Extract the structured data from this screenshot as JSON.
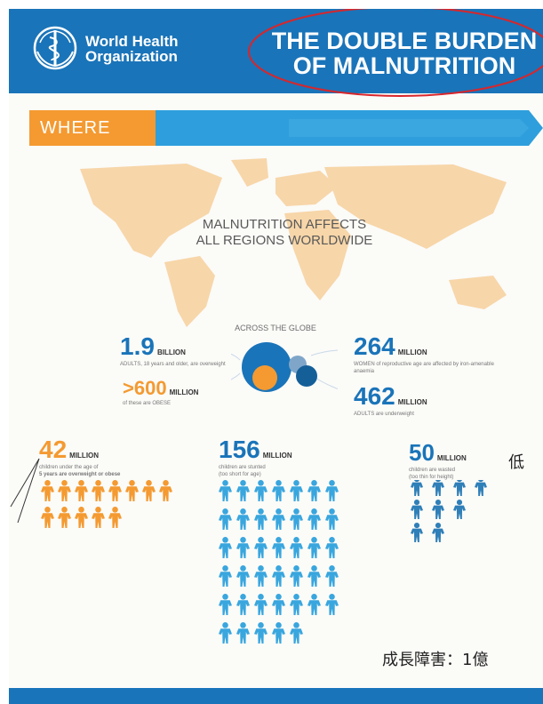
{
  "header": {
    "org_name": "World Health Organization",
    "title_line1": "THE DOUBLE BURDEN",
    "title_line2": "OF MALNUTRITION"
  },
  "where_label": "WHERE",
  "map_caption_line1": "MALNUTRITION AFFECTS",
  "map_caption_line2": "ALL REGIONS WORLDWIDE",
  "across_label": "ACROSS THE GLOBE",
  "stats": {
    "adults_overweight": {
      "value": "1.9",
      "unit": "BILLION",
      "desc": "ADULTS, 18 years and older, are overweight"
    },
    "obese": {
      "value": ">600",
      "unit": "MILLION",
      "desc": "of these are OBESE"
    },
    "women_anaemia": {
      "value": "264",
      "unit": "MILLION",
      "desc": "WOMEN of reproductive age are affected by iron-amenable anaemia"
    },
    "adults_underweight": {
      "value": "462",
      "unit": "MILLION",
      "desc": "ADULTS are underweight"
    },
    "children_overweight": {
      "value": "42",
      "unit": "MILLION",
      "desc_line1": "children under the age of",
      "desc_line2": "5 years are overweight or obese"
    },
    "children_stunted": {
      "value": "156",
      "unit": "MILLION",
      "desc_line1": "children are stunted",
      "desc_line2": "(too short for age)"
    },
    "children_wasted": {
      "value": "50",
      "unit": "MILLION",
      "desc_line1": "children are wasted",
      "desc_line2": "(too thin for height)"
    }
  },
  "people_counts": {
    "orange_row1": 8,
    "orange_row2": 5,
    "blue_rows": [
      7,
      7,
      7,
      7,
      7,
      5
    ],
    "wasted_rows": [
      4,
      3,
      2
    ]
  },
  "japanese_notes": {
    "right_note": "低",
    "bottom_note": "成長障害：1億"
  },
  "colors": {
    "who_blue": "#1a74b9",
    "orange": "#f49a31",
    "map": "#f7d6a9",
    "light_blue": "#39a6de",
    "annotation_red": "#d8262b"
  }
}
